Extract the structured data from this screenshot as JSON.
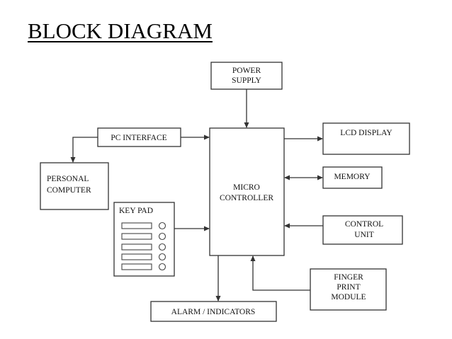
{
  "title": "BLOCK DIAGRAM",
  "blocks": {
    "power_supply": [
      "POWER",
      "SUPPLY"
    ],
    "micro_controller": [
      "MICRO",
      "CONTROLLER"
    ],
    "pc_interface": [
      "PC INTERFACE"
    ],
    "personal_computer": [
      "PERSONAL",
      "COMPUTER"
    ],
    "key_pad": [
      "KEY PAD"
    ],
    "lcd_display": [
      "LCD DISPLAY"
    ],
    "memory": [
      "MEMORY"
    ],
    "control_unit": [
      "CONTROL",
      "UNIT"
    ],
    "finger_print_module": [
      "FINGER",
      "PRINT",
      "MODULE"
    ],
    "alarm_indicators": [
      "ALARM / INDICATORS"
    ]
  }
}
